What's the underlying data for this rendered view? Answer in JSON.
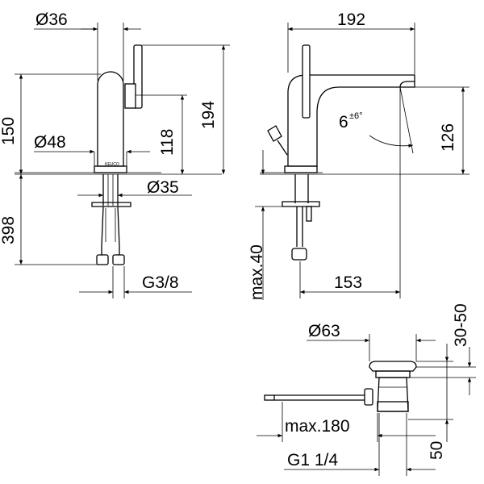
{
  "dimensions": {
    "body_diameter_top": "Ø36",
    "height_under_spout": "150",
    "total_height": "194",
    "lever_height": "118",
    "base_diameter": "Ø48",
    "shank_diameter": "Ø35",
    "hose_length": "398",
    "hose_thread": "G3/8",
    "spout_length": "192",
    "spout_angle": "6",
    "spout_angle_tol": "±6°",
    "spout_height": "126",
    "max_counter_thickness": "max.40",
    "spout_reach": "153",
    "waste_diameter": "Ø63",
    "waste_range": "30-50",
    "waste_max_length": "max.180",
    "waste_height": "50",
    "waste_thread": "G1 1/4"
  },
  "brand_mark": "KEUCO"
}
